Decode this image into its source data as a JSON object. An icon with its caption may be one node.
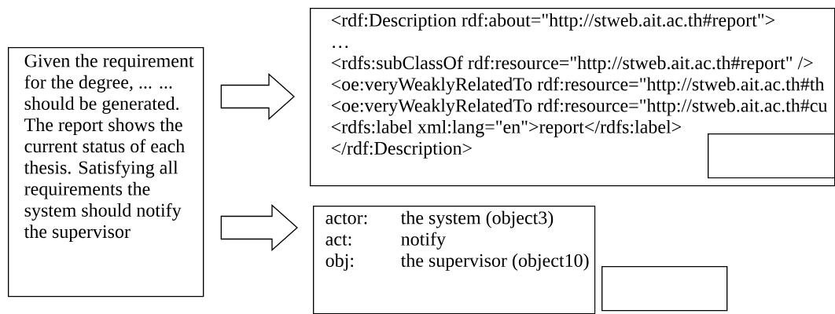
{
  "diagram": {
    "nodes": [
      {
        "text": [
          "Given the requirement for the degree, ... ... should be generated. The report shows the current status of each thesis. Satisfying all requirements the system should notify the supervisor"
        ]
      },
      {
        "text": [
          "<rdf:Description rdf:about=\"http://stweb.ait.ac.th#report\">",
          "…",
          "<rdfs:subClassOf rdf:resource=\"http://stweb.ait.ac.th#report\" />",
          "<oe:veryWeaklyRelatedTo rdf:resource=\"http://stweb.ait.ac.th#th",
          "<oe:veryWeaklyRelatedTo rdf:resource=\"http://stweb.ait.ac.th#cu",
          "<rdfs:label xml:lang=\"en\">report</rdfs:label>",
          "</rdf:Description>"
        ]
      },
      {
        "text": [],
        "shape": "box",
        "in": 1
      },
      {
        "text": [
          "actor:",
          "the system (object3)",
          "act:",
          "notify",
          "obj:",
          "the supervisor (object10)"
        ]
      },
      {
        "text": [],
        "shape": "box"
      }
    ],
    "edges": [
      {
        "from": 0,
        "to": 1,
        "arrow": "to"
      },
      {
        "from": 0,
        "to": 3,
        "arrow": "to"
      }
    ]
  }
}
